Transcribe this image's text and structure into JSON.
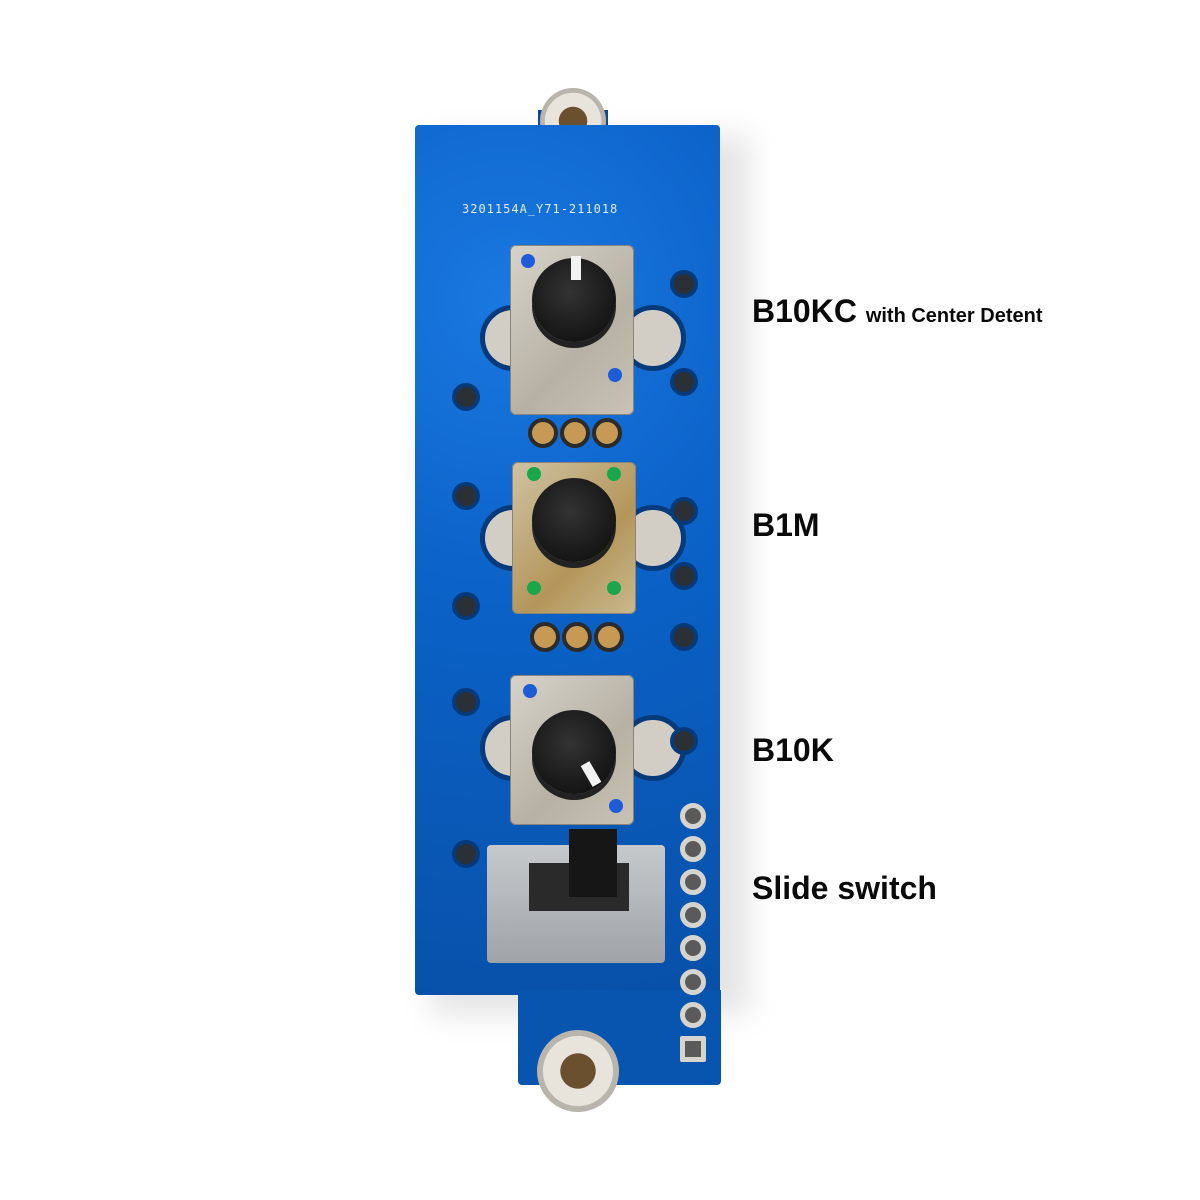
{
  "photo": {
    "subject": "Blue PCB module with three rotary potentiometers and a slide switch",
    "background_color": "#ffffff",
    "pcb_color": "#0a5fc4"
  },
  "pcb": {
    "silkscreen_text": "3201154A_Y71-211018",
    "header_pins": 8
  },
  "labels": [
    {
      "main": "B10KC",
      "sub": "with Center Detent"
    },
    {
      "main": "B1M",
      "sub": ""
    },
    {
      "main": "B10K",
      "sub": ""
    },
    {
      "main": "Slide switch",
      "sub": ""
    }
  ]
}
